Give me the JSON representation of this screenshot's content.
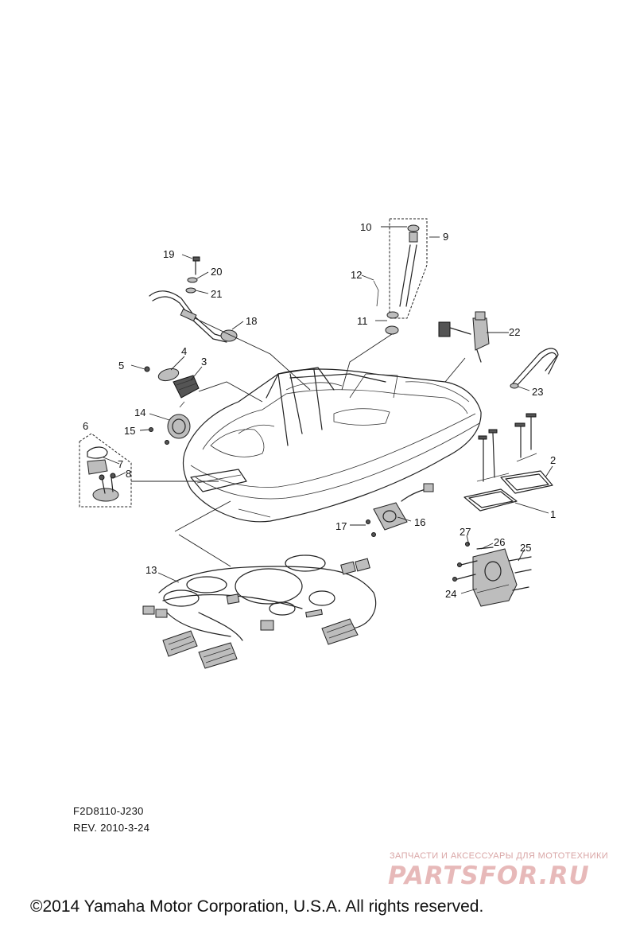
{
  "diagram": {
    "callouts": [
      "1",
      "2",
      "3",
      "4",
      "5",
      "6",
      "7",
      "8",
      "9",
      "10",
      "11",
      "12",
      "13",
      "14",
      "15",
      "16",
      "17",
      "18",
      "19",
      "20",
      "21",
      "22",
      "23",
      "24",
      "25",
      "26",
      "27"
    ],
    "part_code": "F2D8110-J230",
    "revision": "REV. 2010-3-24",
    "copyright": "©2014 Yamaha Motor Corporation, U.S.A. All rights reserved."
  },
  "watermark": {
    "tagline": "ЗАПЧАСТИ И АКСЕССУАРЫ ДЛЯ МОТОТЕХНИКИ",
    "logo": "PARTSFOR.RU"
  }
}
